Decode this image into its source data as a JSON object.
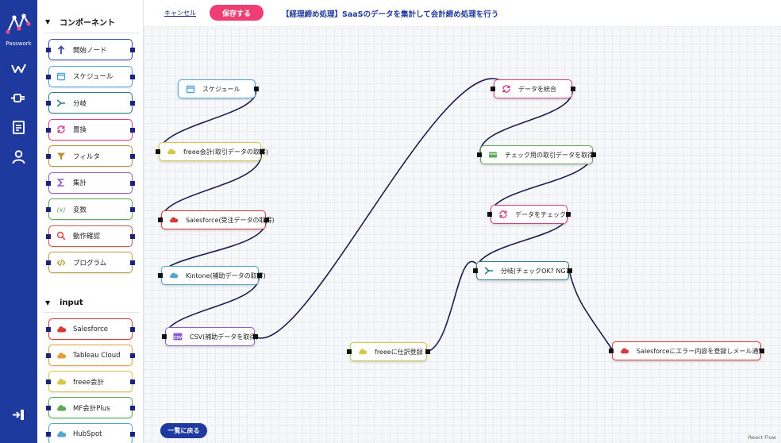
{
  "app": {
    "logo_text": "Passwork",
    "colors": {
      "rail": "#1f3a9e",
      "save": "#ee3e74",
      "title": "#1f3a9e"
    }
  },
  "rail": {
    "icons": [
      "activity-icon",
      "plug-icon",
      "document-icon",
      "user-icon",
      "logout-icon"
    ]
  },
  "palette": {
    "components_header": "コンポーネント",
    "components": [
      {
        "label": "開始ノード",
        "icon": "arrow-up-icon",
        "color": "#3949ab"
      },
      {
        "label": "スケジュール",
        "icon": "calendar-icon",
        "color": "#4fa3d9"
      },
      {
        "label": "分岐",
        "icon": "branch-icon",
        "color": "#2b7d87"
      },
      {
        "label": "置換",
        "icon": "replace-icon",
        "color": "#d63f8c"
      },
      {
        "label": "フィルタ",
        "icon": "filter-icon",
        "color": "#b8923b"
      },
      {
        "label": "集計",
        "icon": "sigma-icon",
        "color": "#8e5bc9"
      },
      {
        "label": "変数",
        "icon": "variable-icon",
        "color": "#5da85a"
      },
      {
        "label": "動作確認",
        "icon": "search-icon",
        "color": "#d9534f"
      },
      {
        "label": "プログラム",
        "icon": "code-icon",
        "color": "#b5a23a"
      }
    ],
    "input_header": "input",
    "inputs": [
      {
        "label": "Salesforce",
        "icon": "cloud-icon",
        "color": "#d63a3a"
      },
      {
        "label": "Tableau Cloud",
        "icon": "cloud-icon",
        "color": "#e2a23b"
      },
      {
        "label": "freee会計",
        "icon": "cloud-icon",
        "color": "#d8c64a"
      },
      {
        "label": "MF会計Plus",
        "icon": "cloud-icon",
        "color": "#56a852"
      },
      {
        "label": "HubSpot",
        "icon": "cloud-icon",
        "color": "#4fa9c9"
      }
    ]
  },
  "topbar": {
    "cancel_label": "キャンセル",
    "save_label": "保存する",
    "title": "【経理締め処理】SaaSのデータを集計して会計締め処理を行う"
  },
  "canvas": {
    "nodes": [
      {
        "id": "n1",
        "label": "スケジュール",
        "icon": "calendar-icon",
        "color": "#4fa3d9",
        "in": false,
        "out": true
      },
      {
        "id": "n2",
        "label": "freee会計(取引データの取得)",
        "icon": "cloud-icon",
        "color": "#d8c64a",
        "in": true,
        "out": true
      },
      {
        "id": "n3",
        "label": "Salesforce(受注データの取得)",
        "icon": "cloud-icon",
        "color": "#d63a3a",
        "in": true,
        "out": true
      },
      {
        "id": "n4",
        "label": "Kintone(補助データの取得)",
        "icon": "cloud-icon",
        "color": "#4fa9c9",
        "in": true,
        "out": true
      },
      {
        "id": "n5",
        "label": "CSV(補助データを取得)",
        "icon": "csv-icon",
        "color": "#8e5bc9",
        "in": true,
        "out": true
      },
      {
        "id": "n6",
        "label": "データを統合",
        "icon": "replace-icon",
        "color": "#d63f8c",
        "in": true,
        "out": true
      },
      {
        "id": "n7",
        "label": "チェック用の取引データを取得",
        "icon": "table-icon",
        "color": "#5da85a",
        "in": true,
        "out": true
      },
      {
        "id": "n8",
        "label": "データをチェック",
        "icon": "replace-icon",
        "color": "#d63f8c",
        "in": true,
        "out": true
      },
      {
        "id": "n9",
        "label": "分岐(チェックOK? NG?)",
        "icon": "branch-icon",
        "color": "#2b7d87",
        "in": true,
        "out": true
      },
      {
        "id": "n10",
        "label": "freeeに仕訳登録",
        "icon": "cloud-icon",
        "color": "#d8c64a",
        "in": true,
        "out": true
      },
      {
        "id": "n11",
        "label": "Salesforceにエラー内容を登録しメール通知",
        "icon": "cloud-icon",
        "color": "#d63a3a",
        "in": true,
        "out": true
      }
    ]
  },
  "footer": {
    "back_label": "一覧に戻る",
    "attribution": "React Flow"
  }
}
